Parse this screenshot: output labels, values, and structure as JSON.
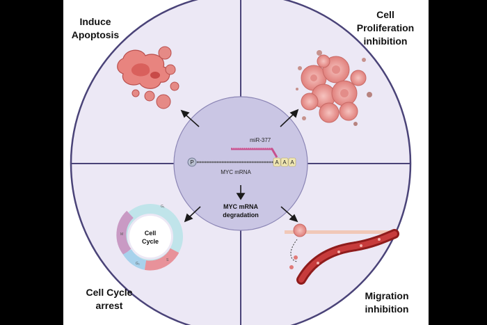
{
  "quadrants": {
    "apoptosis": [
      "Induce",
      "Apoptosis"
    ],
    "proliferation": [
      "Cell",
      "Proliferation",
      "inhibition"
    ],
    "cell_cycle_arrest": [
      "Cell Cycle",
      "arrest"
    ],
    "migration": [
      "Migration",
      "inhibition"
    ]
  },
  "center": {
    "mirna_label": "miR-377",
    "cap_label": "P",
    "polya": [
      "A",
      "A",
      "A"
    ],
    "mrna_label": "MYC mRNA",
    "result": [
      "MYC mRNA",
      "degradation"
    ]
  },
  "cell_cycle": {
    "title": [
      "Cell",
      "Cycle"
    ],
    "phases": [
      "G₁",
      "S",
      "G₂",
      "M"
    ]
  },
  "colors": {
    "background": "#000000",
    "circle_fill": "#ece8f5",
    "circle_stroke": "#4a4378",
    "center_fill": "#cac6e4",
    "cell_red": "#e07a78",
    "vessel": "#8f1c1c"
  }
}
